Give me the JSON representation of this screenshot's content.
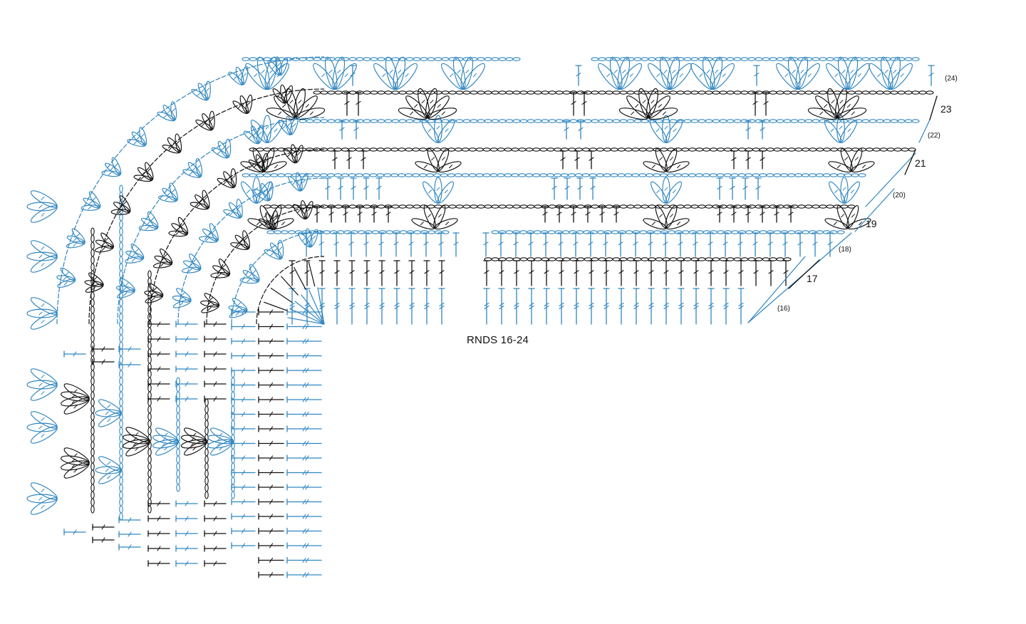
{
  "title": "RNDS 16-24",
  "colors": {
    "even_rounds": "#2f86c0",
    "odd_rounds": "#111111",
    "background": "#ffffff"
  },
  "round_labels": [
    {
      "round": 16,
      "text": "(16)"
    },
    {
      "round": 17,
      "text": "17"
    },
    {
      "round": 18,
      "text": "(18)"
    },
    {
      "round": 19,
      "text": "19"
    },
    {
      "round": 20,
      "text": "(20)"
    },
    {
      "round": 21,
      "text": "21"
    },
    {
      "round": 22,
      "text": "(22)"
    },
    {
      "round": 23,
      "text": "23"
    },
    {
      "round": 24,
      "text": "(24)"
    }
  ]
}
